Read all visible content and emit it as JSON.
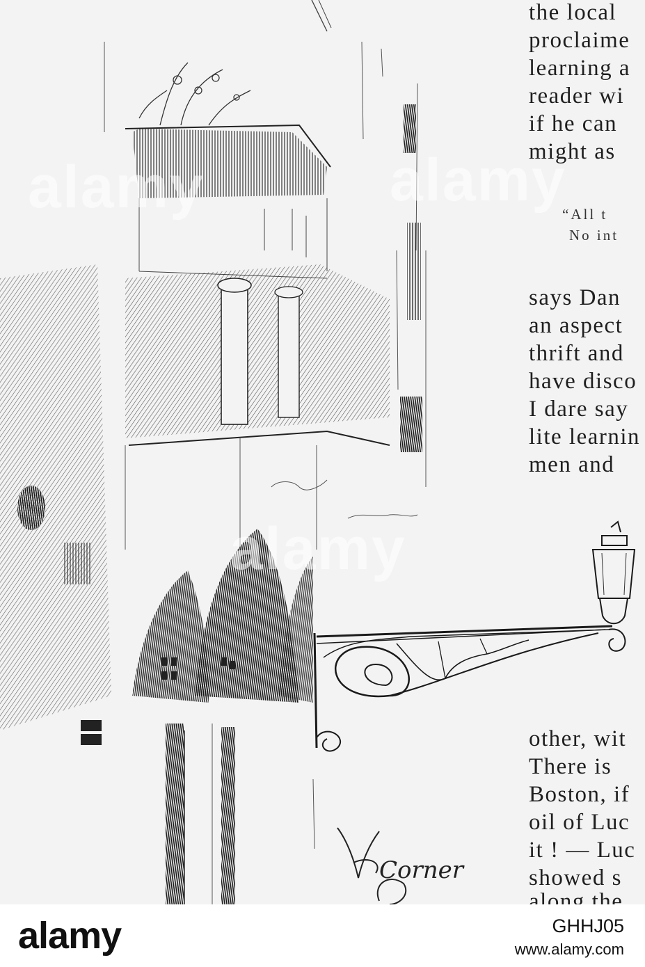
{
  "text_top": [
    "the local",
    "proclaime",
    "learning a",
    "reader wi",
    "if he can",
    "might as"
  ],
  "quote": [
    "“All t",
    "No int"
  ],
  "text_middle": [
    "says Dan",
    "an aspect",
    "thrift and",
    "have disco",
    "I dare say",
    "lite learnin",
    "men and"
  ],
  "text_bottom": [
    "other, wit",
    "There is",
    "Boston, if",
    "oil of Luc",
    "it ! — Luc",
    "showed s",
    "along the"
  ],
  "signature": "Corner",
  "watermark": "alamy",
  "footer": {
    "logo": "alamy",
    "image_code": "GHHJ05",
    "url": "www.alamy.com"
  }
}
